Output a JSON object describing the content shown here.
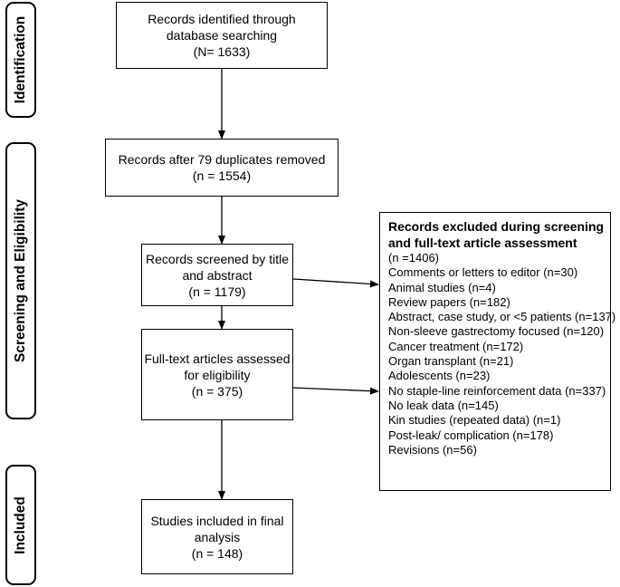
{
  "phases": {
    "identification": "Identification",
    "screening": "Screening and Eligibility",
    "included": "Included"
  },
  "boxes": {
    "identified": [
      "Records identified through",
      "database searching",
      "(N= 1633)"
    ],
    "duplicates": [
      "Records after 79 duplicates removed",
      "(n = 1554)"
    ],
    "screened": [
      "Records screened by title",
      "and abstract",
      "(n = 1179)"
    ],
    "fulltext": [
      "Full-text articles assessed",
      "for eligibility",
      "(n = 375)"
    ],
    "included": [
      "Studies included in final",
      "analysis",
      "(n = 148)"
    ]
  },
  "excluded": {
    "heading": [
      "Records excluded during screening",
      "and full-text article assessment"
    ],
    "items": [
      "(n =1406)",
      "Comments or letters to editor (n=30)",
      "Animal studies (n=4)",
      "Review papers (n=182)",
      "Abstract, case study, or <5 patients (n=137)",
      "Non-sleeve gastrectomy focused (n=120)",
      "Cancer treatment (n=172)",
      "Organ transplant (n=21)",
      "Adolescents (n=23)",
      "No staple-line reinforcement data (n=337)",
      "No leak data (n=145)",
      "Kin studies (repeated data) (n=1)",
      "Post-leak/ complication (n=178)",
      "Revisions (n=56)"
    ]
  }
}
